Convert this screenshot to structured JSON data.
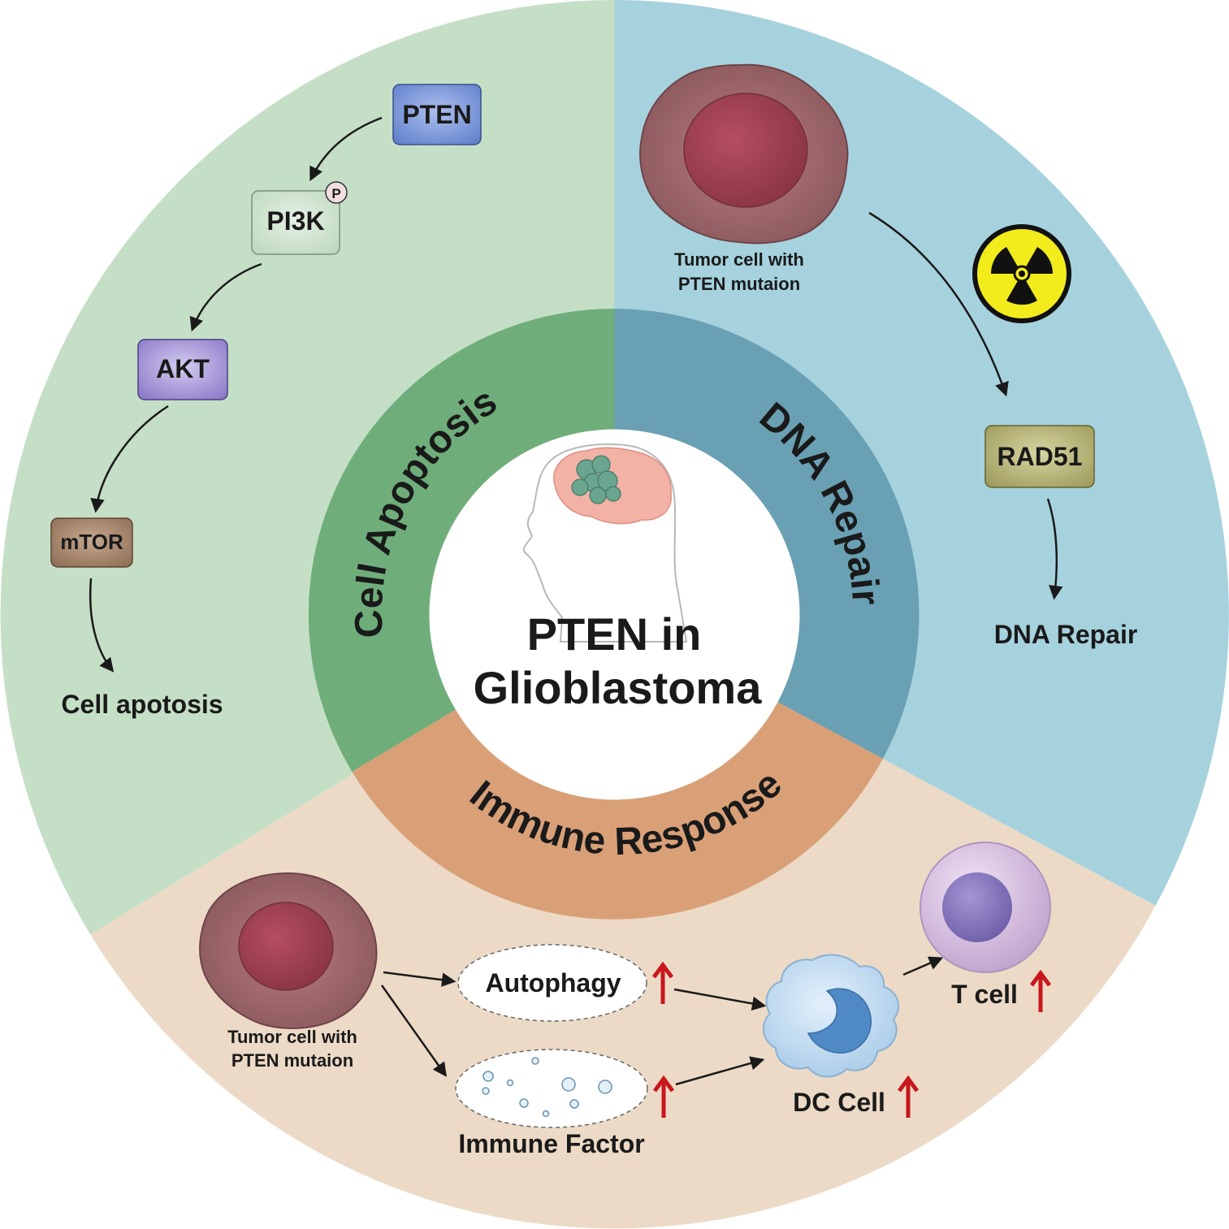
{
  "center": {
    "line1": "PTEN in",
    "line2": "Glioblastoma"
  },
  "ring": {
    "left": "Cell Apoptosis",
    "right": "DNA Repair",
    "bottom": "Immune Response"
  },
  "apoptosis": {
    "nodes": [
      "PTEN",
      "PI3K",
      "AKT",
      "mTOR"
    ],
    "phospho": "P",
    "outcome": "Cell apotosis"
  },
  "dna_repair": {
    "tumor_line1": "Tumor cell with",
    "tumor_line2": "PTEN mutaion",
    "node": "RAD51",
    "outcome": "DNA Repair"
  },
  "immune": {
    "tumor_line1": "Tumor cell with",
    "tumor_line2": "PTEN mutaion",
    "autophagy": "Autophagy",
    "immune_factor": "Immune Factor",
    "dc_cell": "DC Cell",
    "t_cell": "T cell"
  },
  "colors": {
    "apoptosis_bg": "#c5dfc6",
    "dna_bg": "#a6d2de",
    "immune_bg": "#ecdac6",
    "apoptosis_ring": "#6fae7b",
    "dna_ring": "#6aa0b4",
    "immune_ring": "#d9a078",
    "pten_box": "#6f8fd4",
    "pi3k_box": "#cfe4cf",
    "akt_box": "#9a8ad0",
    "mtor_box": "#9a7a62",
    "rad51_box": "#a9a667",
    "up_arrow": "#c8161d"
  }
}
